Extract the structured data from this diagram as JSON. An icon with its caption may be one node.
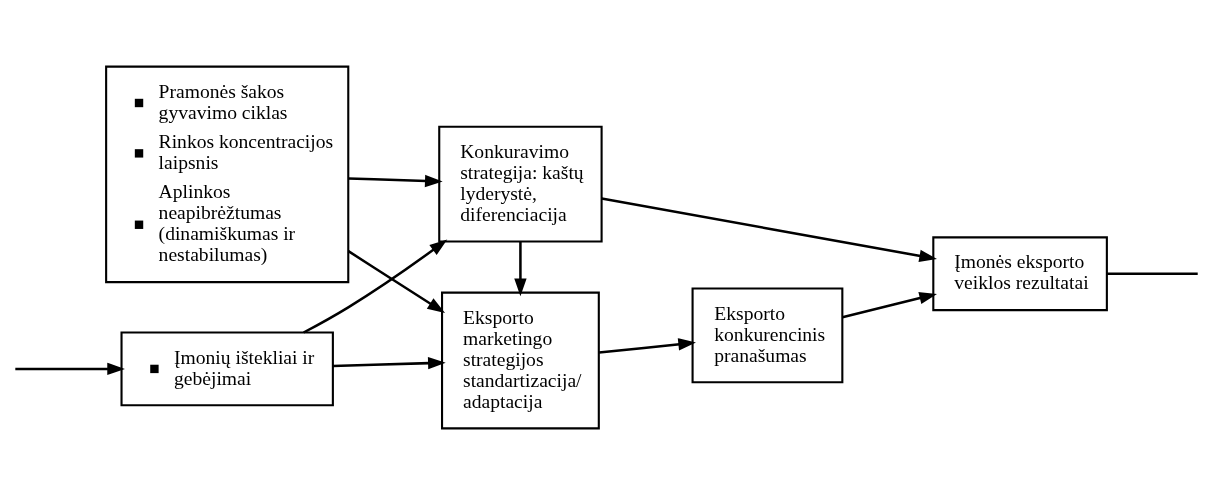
{
  "diagram": {
    "nodes": [
      {
        "text": [
          "Pramonės šakos gyvavimo ciklas",
          "Rinkos koncentracijos laipsnis",
          "Aplinkos neapibrėžtumas (dinamiškumas ir nestabilumas)"
        ]
      },
      {
        "text": [
          "Konkuravimo strategija: kaštų lyderystė, diferenciacija"
        ]
      },
      {
        "text": [
          "Eksporto marketingo strategijos standartizacija/ adaptacija"
        ]
      },
      {
        "text": [
          "Eksporto konkurencinis pranašumas"
        ]
      },
      {
        "text": [
          "Įmonės eksporto veiklos rezultatai"
        ]
      },
      {
        "text": [
          "Įmonių ištekliai ir gebėjimai"
        ]
      }
    ],
    "edges": [
      {
        "from": 0,
        "to": 1,
        "arrow": "to"
      },
      {
        "from": 0,
        "to": 2,
        "arrow": "to"
      },
      {
        "from": 5,
        "to": 1,
        "arrow": "to"
      },
      {
        "from": 5,
        "to": 2,
        "arrow": "to"
      },
      {
        "from": 1,
        "to": 2,
        "arrow": "to"
      },
      {
        "from": 2,
        "to": 3,
        "arrow": "to"
      },
      {
        "from": 3,
        "to": 4,
        "arrow": "to"
      },
      {
        "from": 1,
        "to": 4,
        "arrow": "to"
      },
      {
        "from": 4,
        "to": null,
        "arrow": "none"
      },
      {
        "from": null,
        "to": 5,
        "arrow": "to"
      }
    ]
  }
}
